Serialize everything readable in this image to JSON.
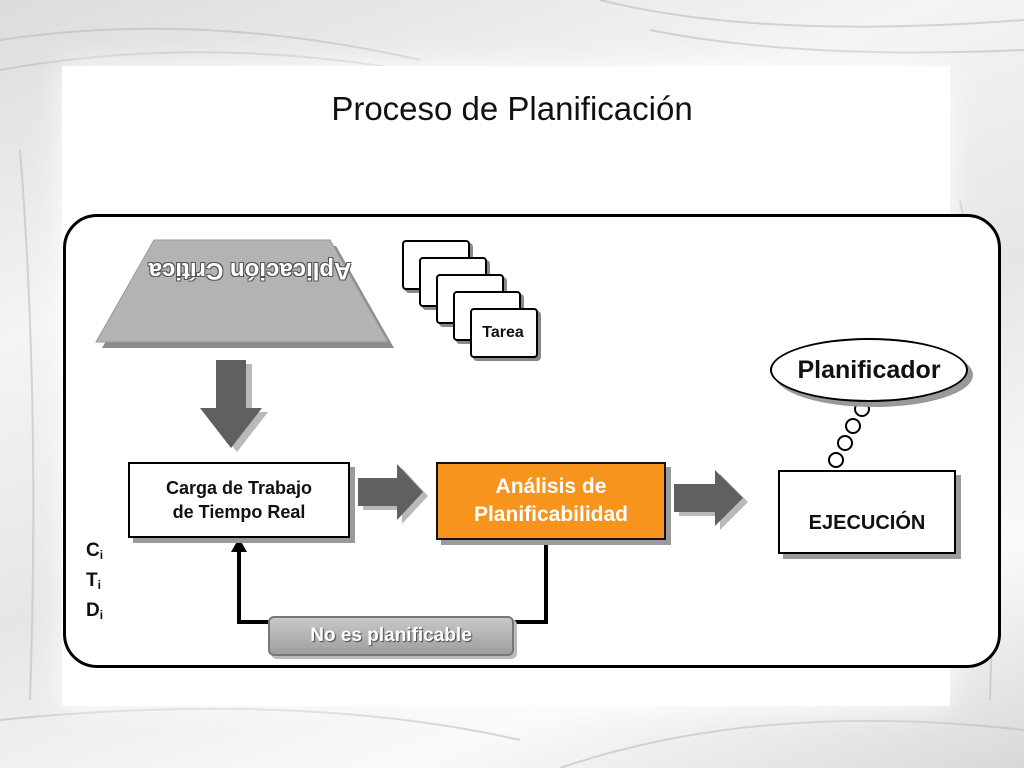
{
  "title": "Proceso de Planificación",
  "nodes": {
    "critical_app": "Aplicación Crítica",
    "task": "Tarea",
    "workload": [
      "Carga de Trabajo",
      "de Tiempo Real"
    ],
    "analysis": [
      "Análisis de",
      "Planificabilidad"
    ],
    "execution": "EJECUCIÓN",
    "scheduler": "Planificador",
    "not_schedulable": "No es planificable"
  },
  "params": [
    {
      "letter": "C",
      "sub": "i"
    },
    {
      "letter": "T",
      "sub": "i"
    },
    {
      "letter": "D",
      "sub": "i"
    }
  ],
  "colors": {
    "analysis_fill": "#f7941d",
    "arrow_fill": "#606060",
    "trapezoid_fill": "#b3b3b3"
  }
}
